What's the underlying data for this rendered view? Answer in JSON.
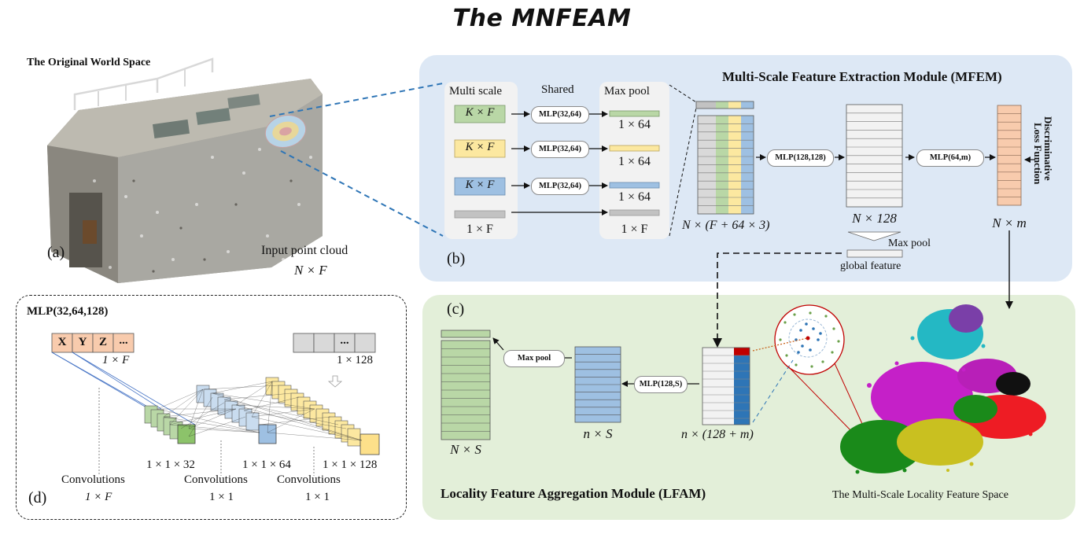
{
  "title": "The MNFEAM",
  "panel_a": {
    "caption": "The Original World Space",
    "letter": "(a)",
    "input_label": "Input point cloud",
    "input_dims": "N × F"
  },
  "panel_b": {
    "module_title": "Multi-Scale Feature Extraction Module (MFEM)",
    "letter": "(b)",
    "multi_scale": "Multi scale",
    "shared": "Shared",
    "max_pool_header": "Max pool",
    "scale_boxes": [
      "K × F",
      "K × F",
      "K × F"
    ],
    "scale_one": "1 × F",
    "mlp_small": [
      "MLP(32,64)",
      "MLP(32,64)",
      "MLP(32,64)"
    ],
    "pooled": [
      "1 × 64",
      "1 × 64",
      "1 × 64",
      "1 × F"
    ],
    "concat_dims": "N × (F + 64 × 3)",
    "mlp_mid": "MLP(128,128)",
    "mid_dims": "N × 128",
    "mlp_out": "MLP(64,m)",
    "out_dims": "N × m",
    "loss_line1": "Discriminative",
    "loss_line2": "Loss Function",
    "maxpool_label": "Max pool",
    "global_feature": "global feature"
  },
  "panel_c": {
    "module_title": "Locality Feature Aggregation Module (LFAM)",
    "letter": "(c)",
    "local_dims": "n × (128 + m)",
    "mlp": "MLP(128,S)",
    "nS_dims": "n × S",
    "max_pool": "Max pool",
    "NS_dims": "N × S",
    "space_caption": "The Multi-Scale Locality Feature Space"
  },
  "panel_d": {
    "letter": "(d)",
    "title": "MLP(32,64,128)",
    "input_cells": [
      "X",
      "Y",
      "Z",
      "..."
    ],
    "input_dims": "1 × F",
    "output_cell": "...",
    "output_dims": "1 × 128",
    "layer_dims": [
      "1 × 1 × 32",
      "1 × 1 × 64",
      "1 × 1 × 128"
    ],
    "conv_label": [
      "Convolutions",
      "Convolutions",
      "Convolutions"
    ],
    "conv_kernels": [
      "1 × F",
      "1 × 1",
      "1 × 1"
    ]
  },
  "colors": {
    "mfem_bg": "#dde8f5",
    "lfam_bg": "#e3efd9",
    "green": "#b9d7a6",
    "yellow": "#fce8a0",
    "blue": "#9ec0e2",
    "gray": "#c8c8c8",
    "salmon": "#f8cbad",
    "dark_blue": "#2e75b6",
    "dark_red": "#c00000"
  }
}
